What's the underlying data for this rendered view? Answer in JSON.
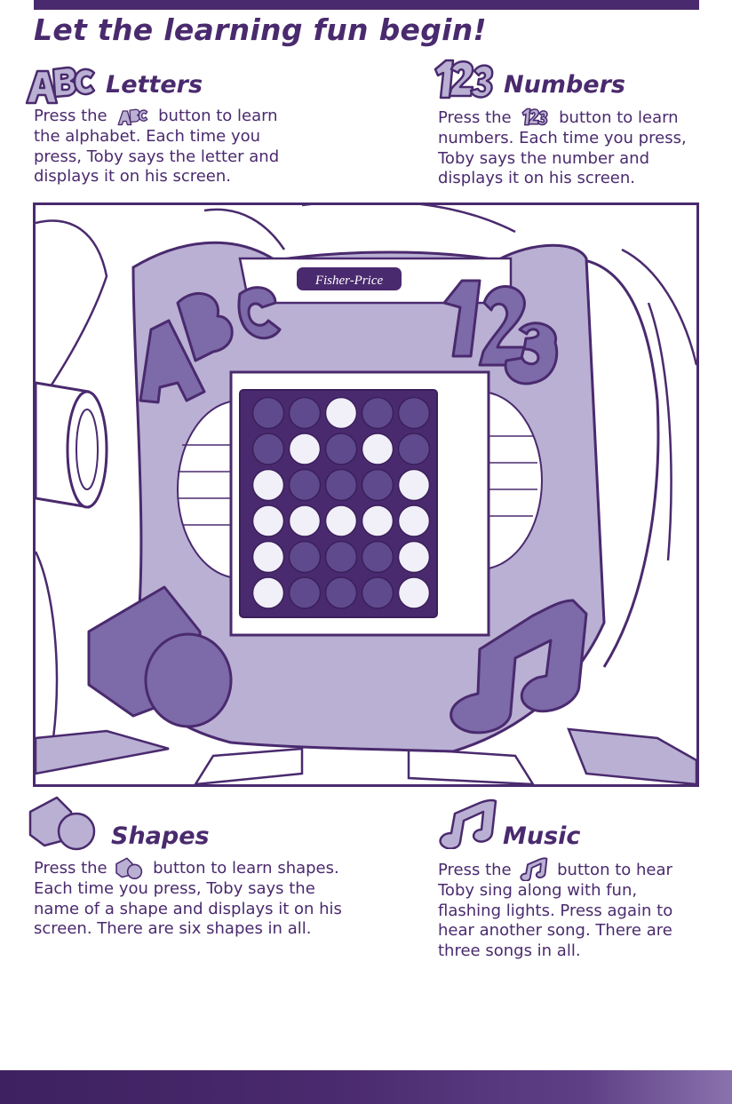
{
  "page": {
    "title": "Let the learning fun begin!"
  },
  "sections": {
    "letters": {
      "title": "Letters",
      "body_before": "Press the",
      "body_after": "button to learn the alphabet. Each time you press, Toby says the letter and displays it on his screen.",
      "icon": "abc-blocks-icon"
    },
    "numbers": {
      "title": "Numbers",
      "body_before": "Press the",
      "body_after": "button to learn numbers. Each time you press, Toby says the number and displays it on his screen.",
      "icon": "123-blocks-icon"
    },
    "shapes": {
      "title": "Shapes",
      "body_before": "Press the",
      "body_after": "button to learn shapes. Each time you press, Toby says the name of a shape and displays it on his screen. There are six shapes in all.",
      "icon": "shapes-blocks-icon"
    },
    "music": {
      "title": "Music",
      "body_before": "Press the",
      "body_after": "button to hear Toby sing along with fun, flashing lights. Press again to hear another song. There are three songs in all.",
      "icon": "music-notes-icon"
    }
  },
  "illustration": {
    "brand_logo": "Fisher-Price",
    "led_grid_lit": [
      [
        0,
        0,
        1,
        0,
        0
      ],
      [
        0,
        1,
        0,
        1,
        0
      ],
      [
        1,
        0,
        0,
        0,
        1
      ],
      [
        1,
        1,
        1,
        1,
        1
      ],
      [
        1,
        0,
        0,
        0,
        1
      ],
      [
        1,
        0,
        0,
        0,
        1
      ]
    ]
  },
  "colors": {
    "brand_purple": "#4a2a6e",
    "panel_lavender": "#b9b0d3",
    "button_purple": "#7d6aa8",
    "led_off": "#5e4a8c",
    "led_on": "#f1eff8"
  }
}
